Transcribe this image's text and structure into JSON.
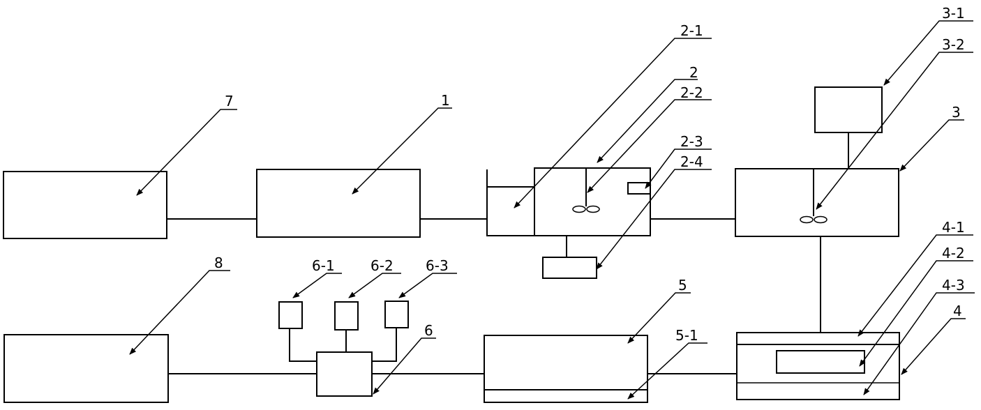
{
  "labels": {
    "l7": "7",
    "l1": "1",
    "l2_1": "2-1",
    "l2": "2",
    "l2_2": "2-2",
    "l2_3": "2-3",
    "l2_4": "2-4",
    "l3_1": "3-1",
    "l3_2": "3-2",
    "l3": "3",
    "l8": "8",
    "l6_1": "6-1",
    "l6_2": "6-2",
    "l6_3": "6-3",
    "l6": "6",
    "l5": "5",
    "l5_1": "5-1",
    "l4_1": "4-1",
    "l4_2": "4-2",
    "l4_3": "4-3",
    "l4": "4"
  }
}
